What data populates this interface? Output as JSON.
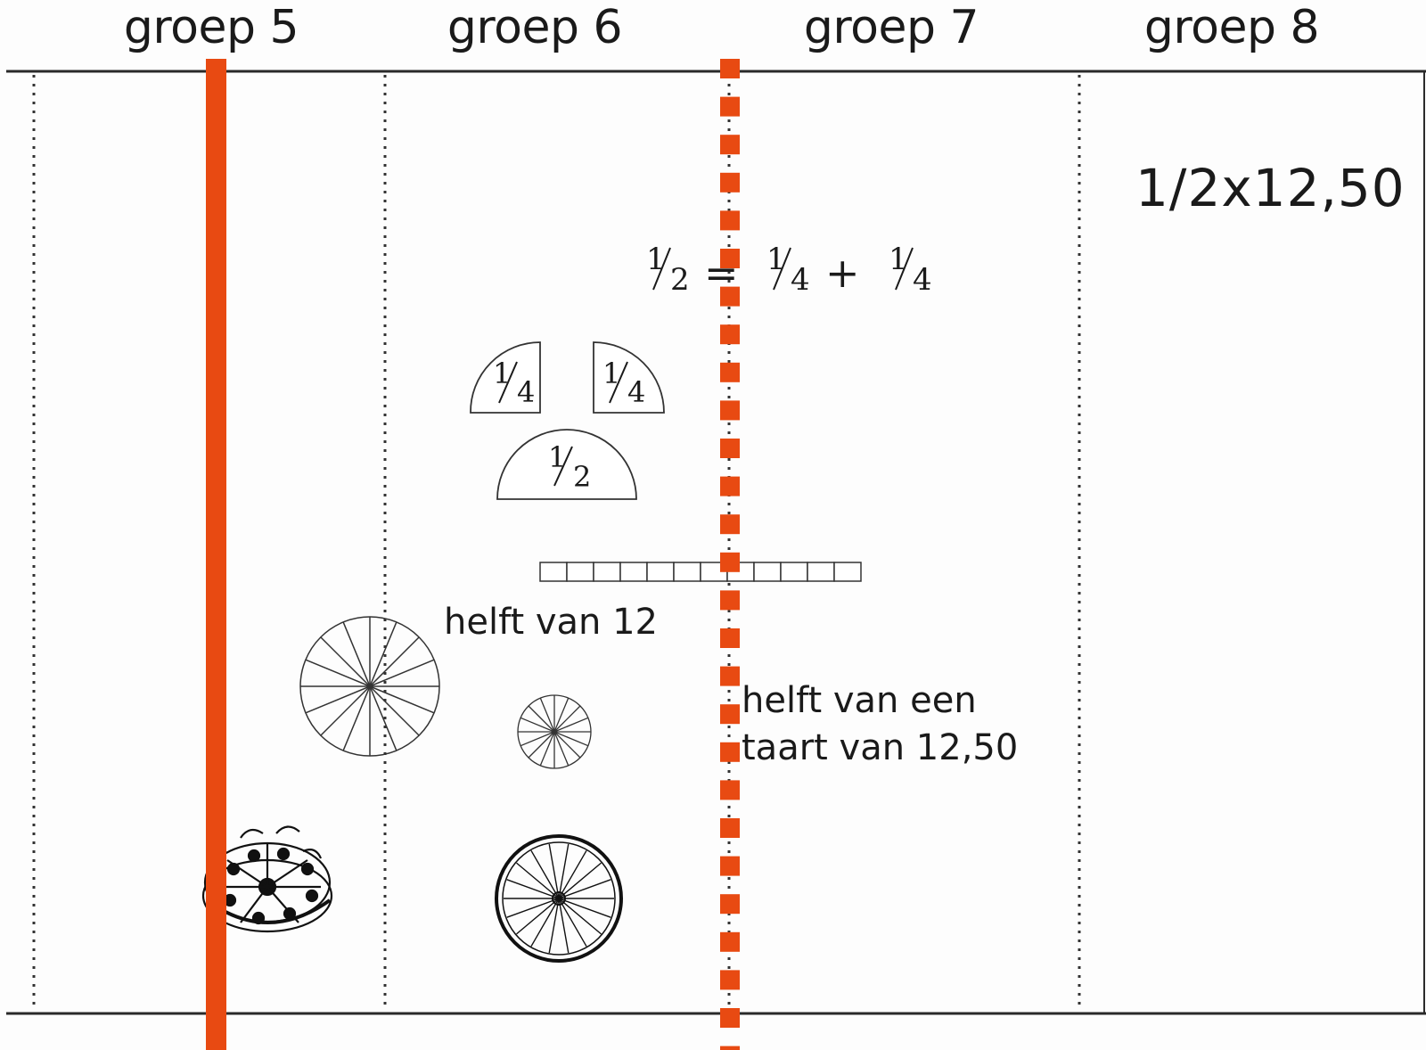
{
  "columns": [
    {
      "label": "groep 5"
    },
    {
      "label": "groep 6"
    },
    {
      "label": "groep 7"
    },
    {
      "label": "groep 8"
    }
  ],
  "labels": {
    "half_times": "1/2x12,50",
    "half_of_12": "helft van 12",
    "half_cake_line1": "helft van een",
    "half_cake_line2": "taart van 12,50"
  },
  "fractions": {
    "equation": {
      "left": {
        "num": "1",
        "den": "2"
      },
      "equals": "=",
      "a": {
        "num": "1",
        "den": "4"
      },
      "plus": "+",
      "b": {
        "num": "1",
        "den": "4"
      }
    },
    "quarter_left": {
      "num": "1",
      "den": "4"
    },
    "quarter_right": {
      "num": "1",
      "den": "4"
    },
    "half": {
      "num": "1",
      "den": "2"
    }
  },
  "colors": {
    "accent_orange": "#e84a12",
    "line": "#2a2a2a"
  }
}
